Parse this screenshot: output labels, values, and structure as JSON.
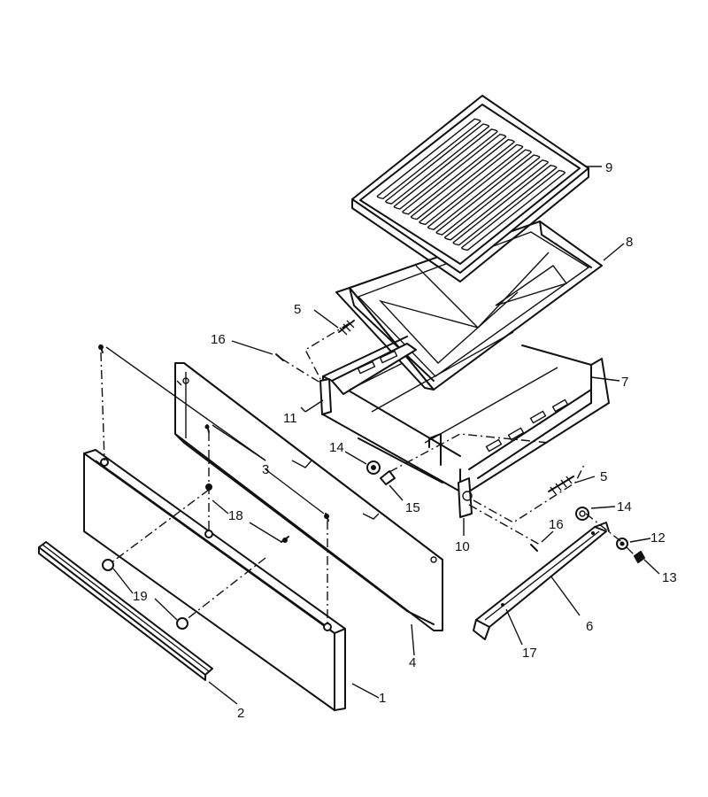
{
  "callouts": [
    {
      "id": "c1",
      "text": "1"
    },
    {
      "id": "c2",
      "text": "2"
    },
    {
      "id": "c3",
      "text": "3"
    },
    {
      "id": "c4",
      "text": "4"
    },
    {
      "id": "c5a",
      "text": "5"
    },
    {
      "id": "c5b",
      "text": "5"
    },
    {
      "id": "c6",
      "text": "6"
    },
    {
      "id": "c7",
      "text": "7"
    },
    {
      "id": "c8",
      "text": "8"
    },
    {
      "id": "c9",
      "text": "9"
    },
    {
      "id": "c10",
      "text": "10"
    },
    {
      "id": "c11",
      "text": "11"
    },
    {
      "id": "c12",
      "text": "12"
    },
    {
      "id": "c13",
      "text": "13"
    },
    {
      "id": "c14a",
      "text": "14"
    },
    {
      "id": "c14b",
      "text": "14"
    },
    {
      "id": "c15",
      "text": "15"
    },
    {
      "id": "c16a",
      "text": "16"
    },
    {
      "id": "c16b",
      "text": "16"
    },
    {
      "id": "c17",
      "text": "17"
    },
    {
      "id": "c18",
      "text": "18"
    },
    {
      "id": "c19",
      "text": "19"
    }
  ]
}
